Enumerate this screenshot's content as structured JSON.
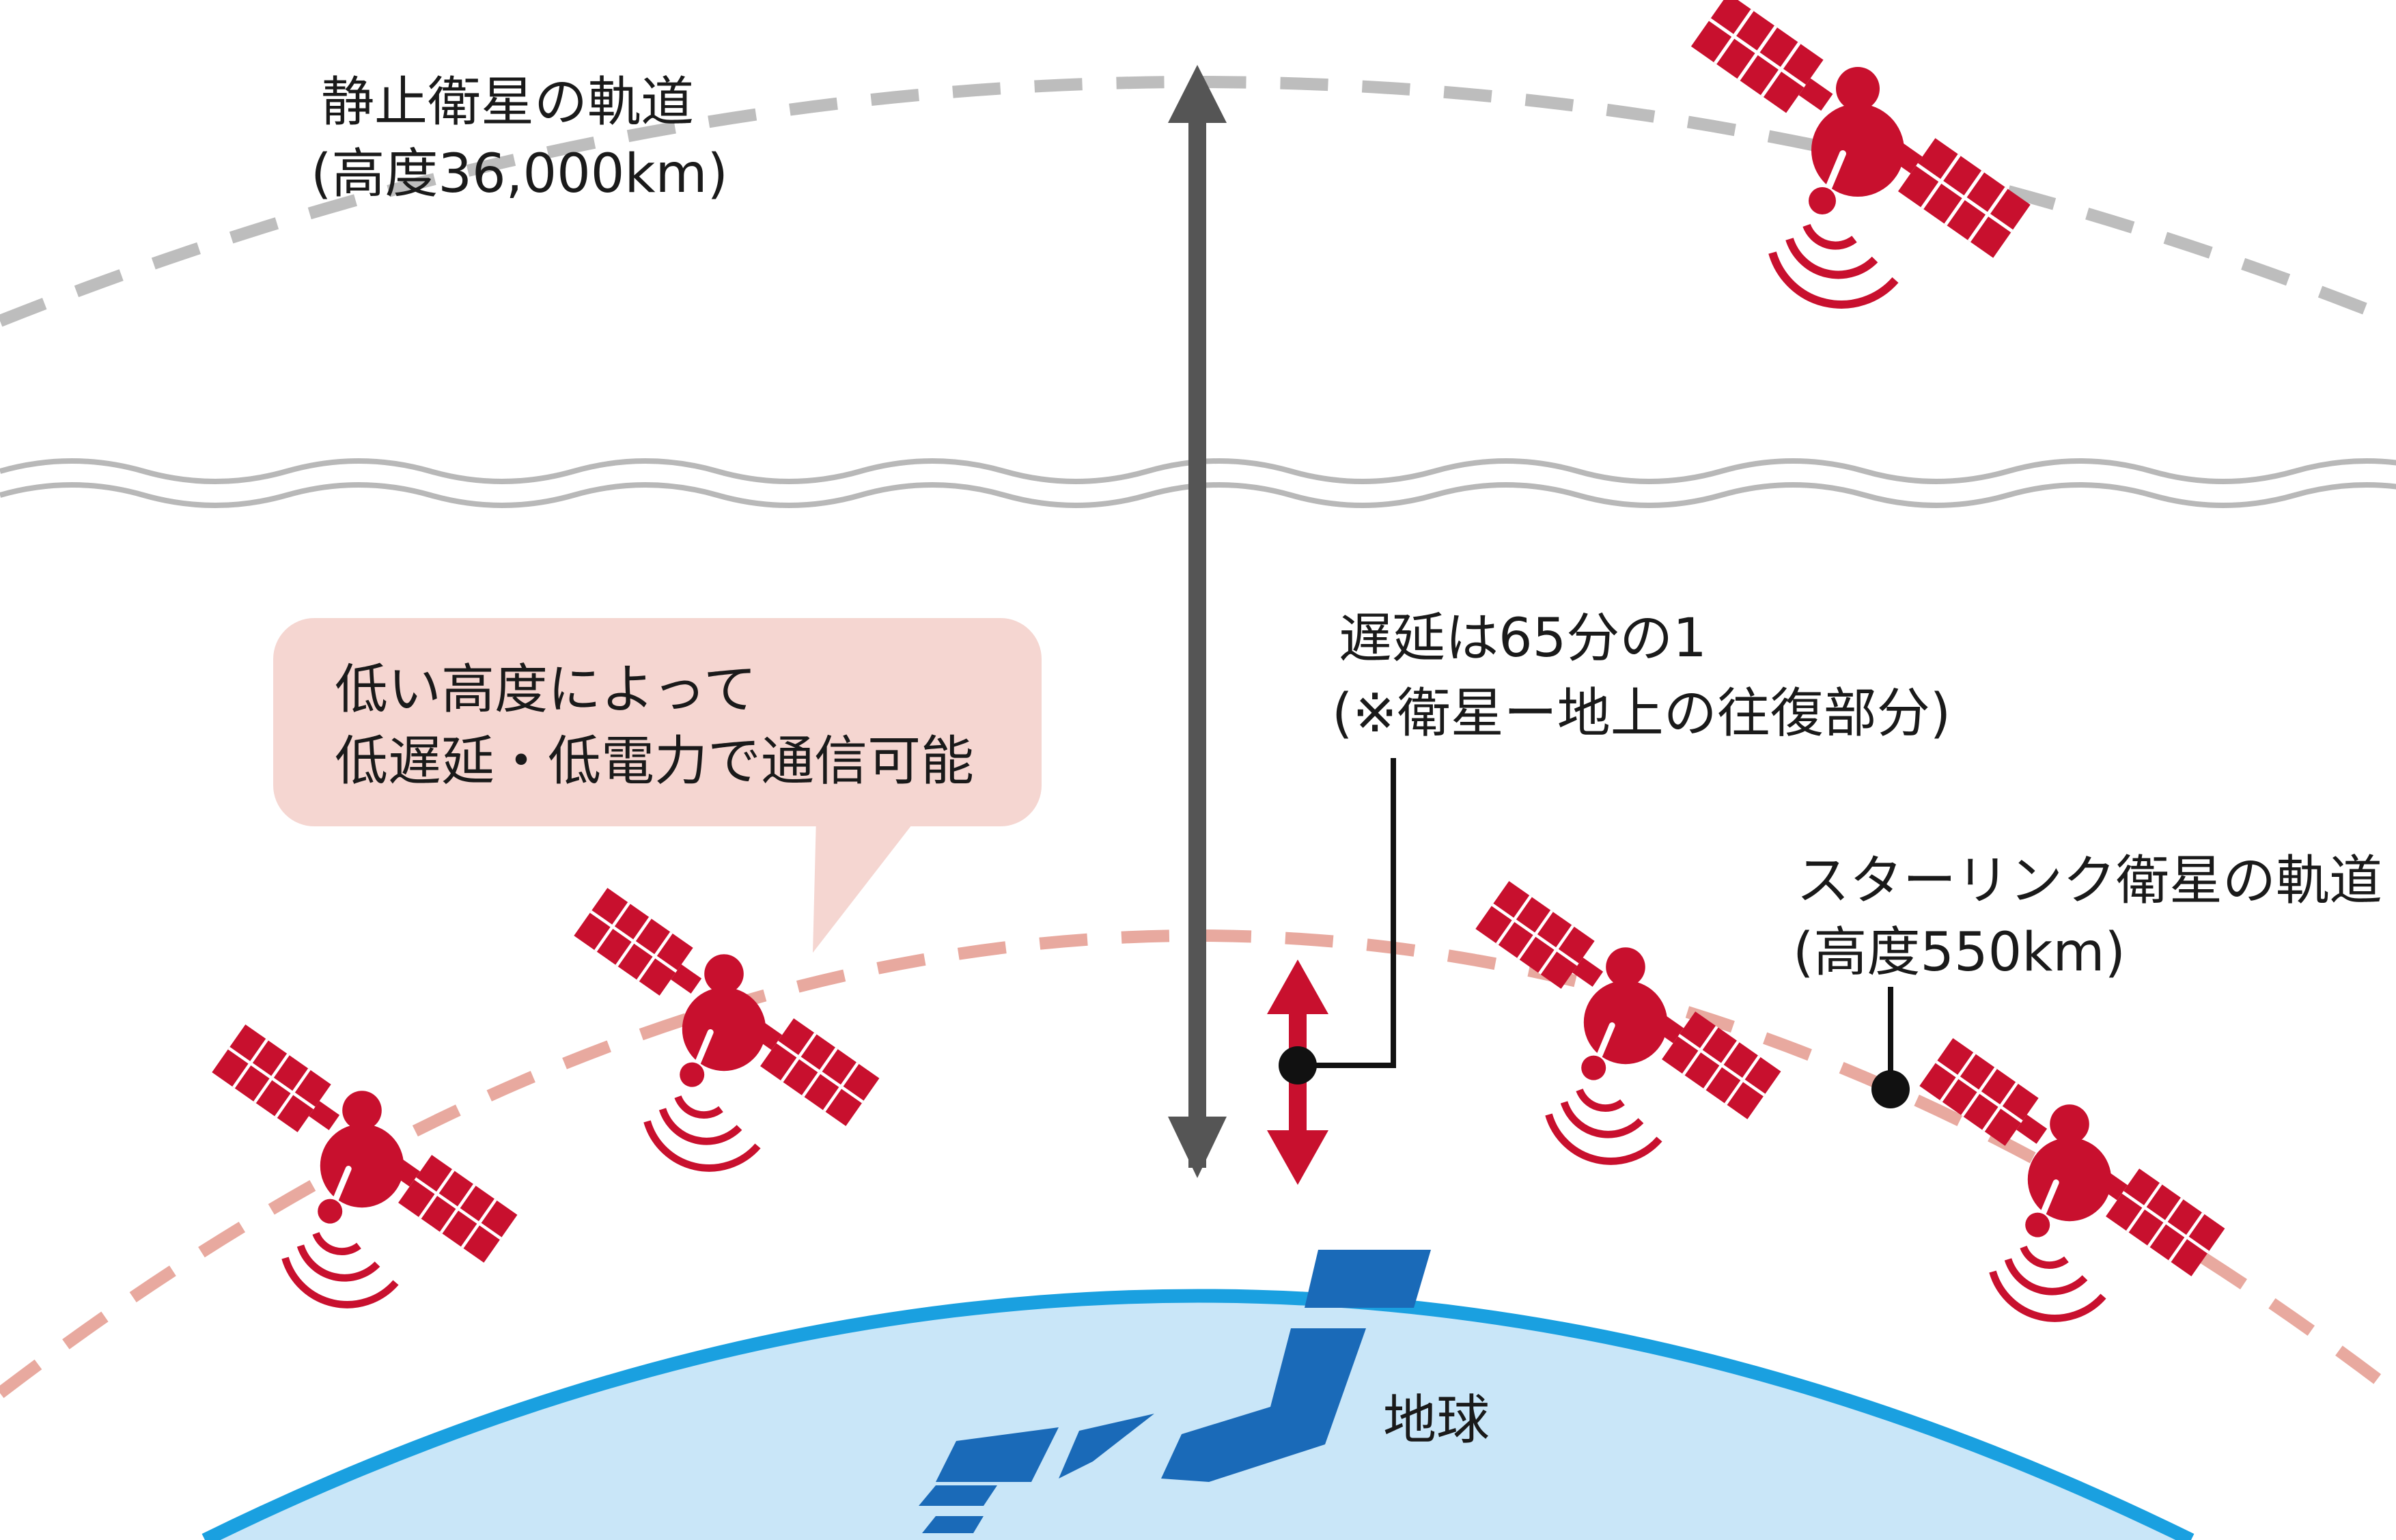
{
  "geo_orbit": {
    "label_line1": "静止衛星の軌道",
    "label_line2": "(高度36,000km)"
  },
  "starlink_orbit": {
    "label_line1": "スターリンク衛星の軌道",
    "label_line2": "(高度550km)"
  },
  "latency_note": {
    "line1": "遅延は65分の1",
    "line2": "(※衛星ー地上の往復部分)"
  },
  "callout": {
    "line1": "低い高度によって",
    "line2": "低遅延・低電力で通信可能"
  },
  "earth": {
    "label": "地球"
  },
  "colors": {
    "satellite": "#c8102e",
    "geo_orbit_line": "#bdbdbd",
    "starlink_orbit_line": "#e8a99f",
    "earth_fill": "#c9e6f8",
    "earth_outline": "#1aa0e0",
    "japan": "#1a6ab8",
    "long_arrow": "#555555",
    "short_arrow": "#c8102e",
    "callout_bg": "#f5d6d1"
  },
  "icons": [
    "satellite-icon",
    "japan-map-icon"
  ]
}
